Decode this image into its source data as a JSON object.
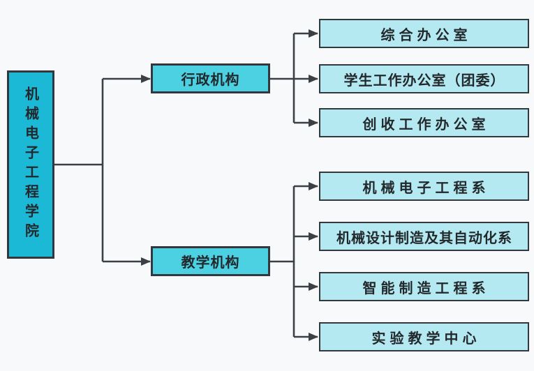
{
  "colors": {
    "background": "#f8f9fa",
    "root_fill": "#1cb9d6",
    "branch_fill": "#4bd1e2",
    "leaf_fill": "#b4e9f1",
    "line": "#3a4046",
    "node_border": "#33383e",
    "text": "#23282c"
  },
  "org_chart": {
    "type": "org-tree",
    "root": {
      "label": "机械电子工程学院"
    },
    "branches": [
      {
        "label": "行政机构",
        "children": [
          "综合办公室",
          "学生工作办公室（团委）",
          "创收工作办公室"
        ]
      },
      {
        "label": "教学机构",
        "children": [
          "机械电子工程系",
          "机械设计制造及其自动化系",
          "智能制造工程系",
          "实验教学中心"
        ]
      }
    ]
  }
}
